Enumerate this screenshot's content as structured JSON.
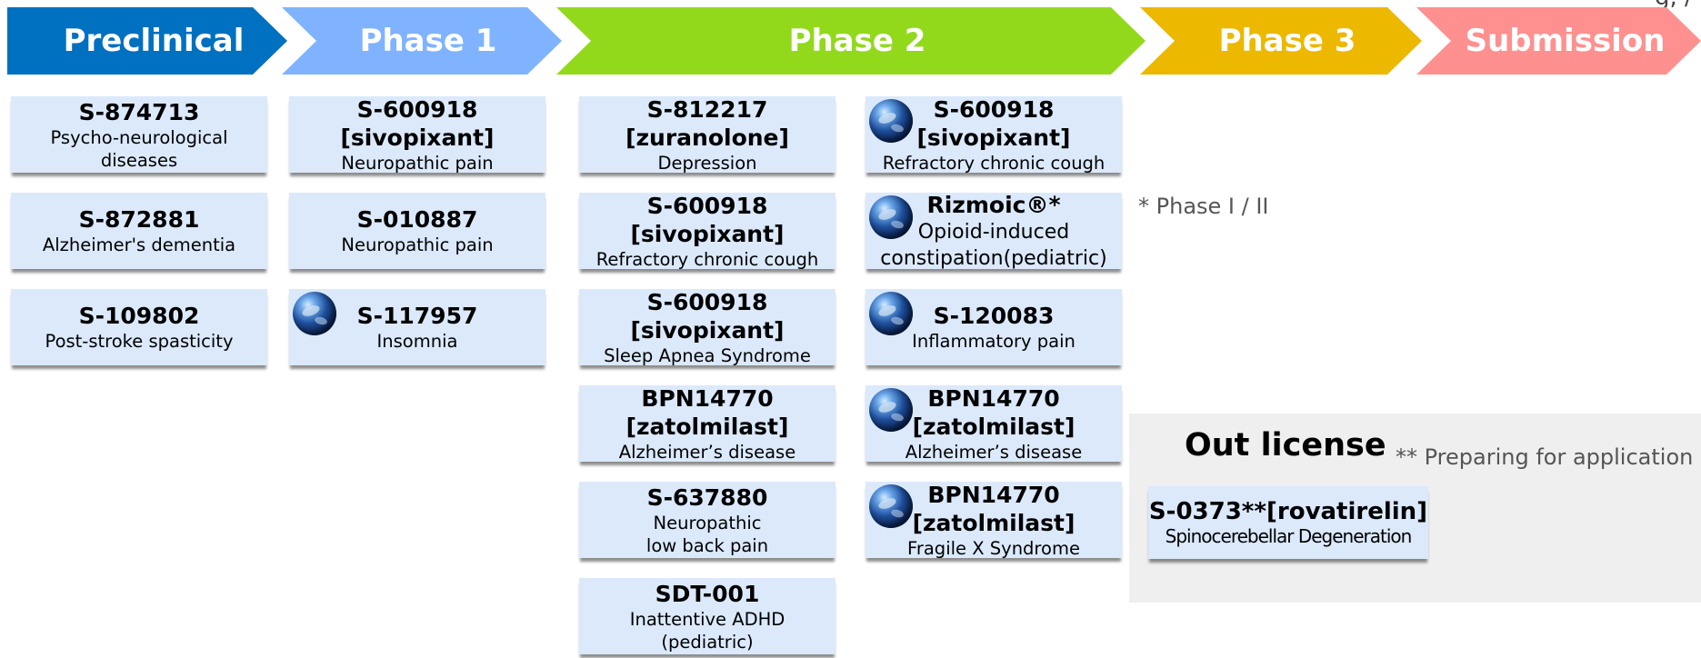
{
  "phases": [
    {
      "label": "Preclinical",
      "color": "#0070c0"
    },
    {
      "label": "Phase 1",
      "color": "#7fb3ff"
    },
    {
      "label": "Phase 2",
      "color": "#92d91c"
    },
    {
      "label": "Phase 3",
      "color": "#ecb800"
    },
    {
      "label": "Submission",
      "color": "#ff9090"
    }
  ],
  "preclinical": [
    {
      "code": "S-874713",
      "desc1": "Psycho-neurological",
      "desc2": "diseases"
    },
    {
      "code": "S-872881",
      "desc": "Alzheimer's dementia"
    },
    {
      "code": "S-109802",
      "desc": "Post-stroke spasticity"
    }
  ],
  "phase1": [
    {
      "code": "S-600918",
      "name": "[sivopixant]",
      "desc": "Neuropathic pain"
    },
    {
      "code": "S-010887",
      "desc": "Neuropathic pain"
    },
    {
      "code": "S-117957",
      "desc": "Insomnia",
      "icon": "globe-icon"
    }
  ],
  "phase2_col1": [
    {
      "code": "S-812217",
      "name": "[zuranolone]",
      "desc": "Depression"
    },
    {
      "code": "S-600918",
      "name": "[sivopixant]",
      "desc": "Refractory chronic cough"
    },
    {
      "code": "S-600918",
      "name": "[sivopixant]",
      "desc": "Sleep Apnea Syndrome"
    },
    {
      "code": "BPN14770",
      "name": "[zatolmilast]",
      "desc": "Alzheimer’s disease"
    },
    {
      "code": "S-637880",
      "desc1": "Neuropathic",
      "desc2": "low back pain"
    },
    {
      "code": "SDT-001",
      "desc1": "Inattentive ADHD",
      "desc2": "(pediatric)"
    }
  ],
  "phase2_col2": [
    {
      "code": "S-600918",
      "name": "[sivopixant]",
      "desc": "Refractory chronic cough",
      "icon": "globe-icon"
    },
    {
      "code": "Rizmoic®*",
      "desc1": "Opioid-induced",
      "desc2": "constipation(pediatric)",
      "icon": "globe-icon"
    },
    {
      "code": "S-120083",
      "desc": "Inflammatory pain",
      "icon": "globe-icon"
    },
    {
      "code": "BPN14770",
      "name": "[zatolmilast]",
      "desc": "Alzheimer’s disease",
      "icon": "globe-icon"
    },
    {
      "code": "BPN14770",
      "name": "[zatolmilast]",
      "desc": "Fragile X Syndrome",
      "icon": "globe-icon"
    }
  ],
  "notes": {
    "phase_note": "* Phase I / II",
    "out_title": "Out license",
    "out_note": "** Preparing for application",
    "top_right_fragment": "g, /"
  },
  "out_license": {
    "code": "S-0373**[rovatirelin]",
    "desc": "Spinocerebellar Degeneration"
  }
}
